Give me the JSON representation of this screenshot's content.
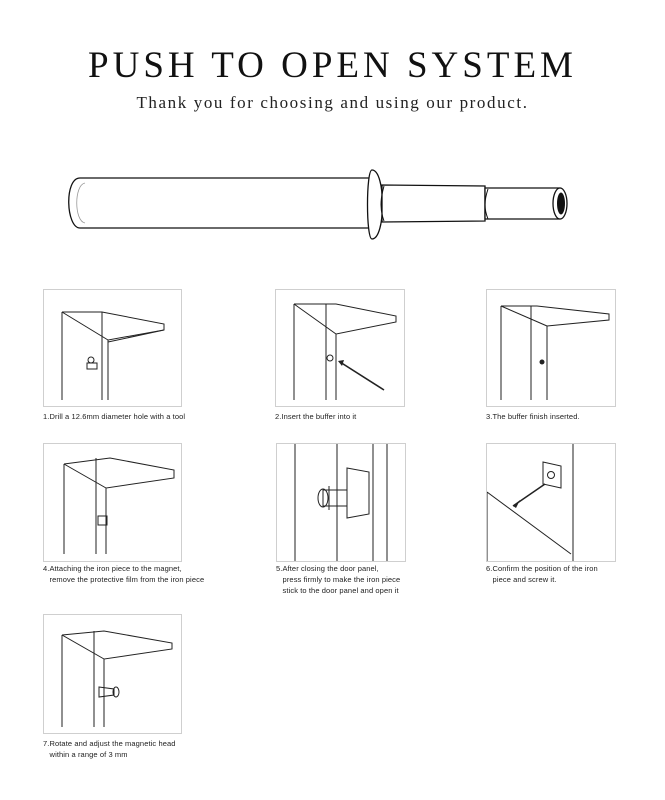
{
  "title": "PUSH TO OPEN SYSTEM",
  "subtitle": "Thank you for choosing and using our product.",
  "steps": [
    {
      "caption": "1.Drill a 12.6mm diameter hole with a tool"
    },
    {
      "caption": "2.Insert the buffer into it"
    },
    {
      "caption": "3.The buffer finish inserted."
    },
    {
      "caption": "4.Attaching the iron piece to the magnet,\n   remove the protective film from the iron piece"
    },
    {
      "caption": "5.After closing the door panel,\n   press firmly to make the iron piece\n   stick to the door panel and open it"
    },
    {
      "caption": "6.Confirm the position of the iron\n   piece and screw it."
    },
    {
      "caption": "7.Rotate and adjust the magnetic head\n   within a range of 3 mm"
    }
  ]
}
